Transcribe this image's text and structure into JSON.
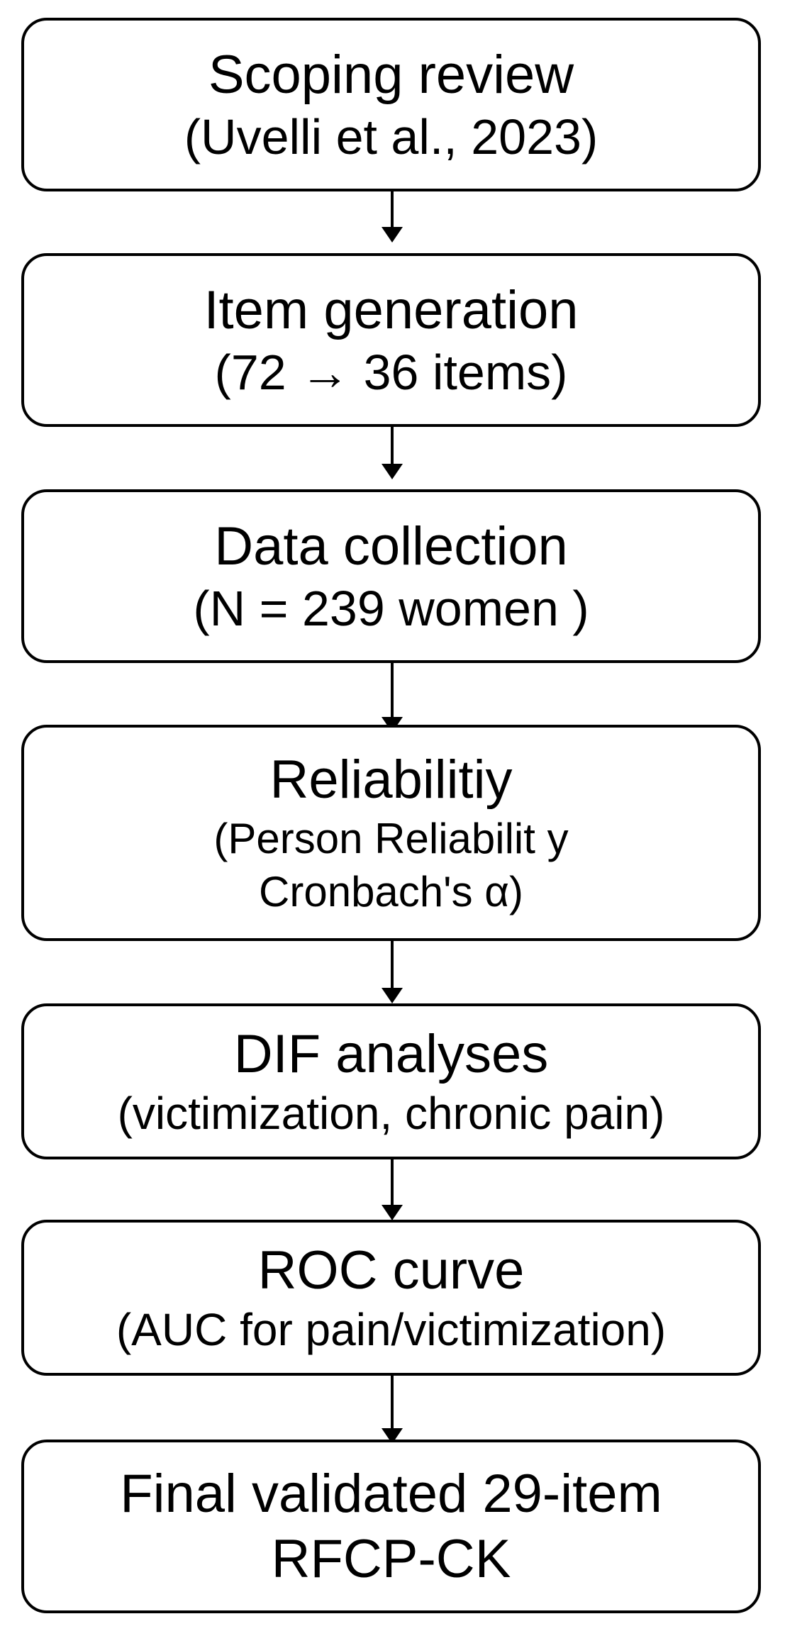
{
  "steps": [
    {
      "title": "Scoping review",
      "lines": [
        "(Uvelli et al., 2023)"
      ]
    },
    {
      "title": "Item generation",
      "lines": [
        "(72 → 36 items)"
      ]
    },
    {
      "title": "Data collection",
      "lines": [
        "(N = 239 women )"
      ]
    },
    {
      "title": "Reliabilitiy",
      "lines": [
        "(Person Reliabilit y",
        "Cronbach's α)"
      ]
    },
    {
      "title": "DIF analyses",
      "lines": [
        "(victimization, chronic pain)"
      ]
    },
    {
      "title": "ROC curve",
      "lines": [
        "(AUC for pain/victimization)"
      ]
    },
    {
      "title": "Final validated 29-item",
      "lines": [
        "RFCP-CK"
      ]
    }
  ]
}
